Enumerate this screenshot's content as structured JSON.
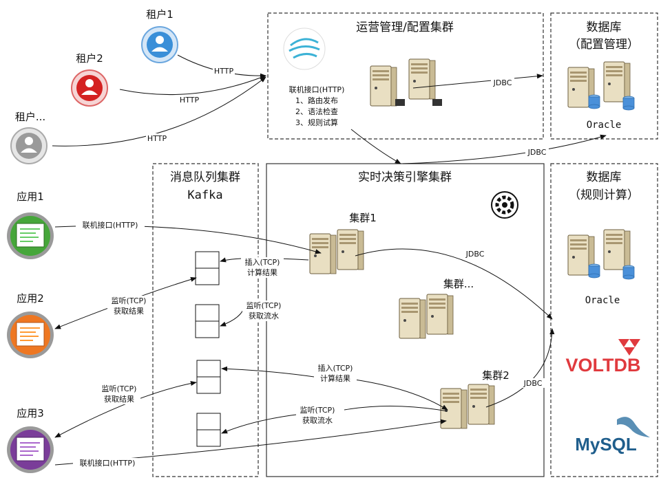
{
  "tenants": {
    "t1": "租户1",
    "t2": "租户2",
    "t3": "租户..."
  },
  "apps": {
    "a1": "应用1",
    "a2": "应用2",
    "a3": "应用3"
  },
  "ops_cluster": {
    "title": "运营管理/配置集群",
    "api_lines": [
      "联机接口(HTTP)",
      "1、路由发布",
      "2、语法检查",
      "3、规则试算"
    ]
  },
  "db_config": {
    "title_line1": "数据库",
    "title_line2": "（配置管理）",
    "oracle_label": "Oracle"
  },
  "kafka": {
    "title_line1": "消息队列集群",
    "title_line2": "Kafka"
  },
  "engine": {
    "title": "实时决策引擎集群",
    "cluster1": "集群1",
    "cluster_more": "集群...",
    "cluster2": "集群2"
  },
  "db_rules": {
    "title_line1": "数据库",
    "title_line2": "（规则计算）",
    "oracle_label": "Oracle",
    "voltdb_label": "VOLTDB",
    "mysql_label": "MySQL"
  },
  "edges": {
    "http": "HTTP",
    "jdbc": "JDBC",
    "app_api": "联机接口(HTTP)",
    "insert_tcp": "插入(TCP)",
    "calc_result": "计算结果",
    "listen_tcp": "监听(TCP)",
    "fetch_result": "获取结果",
    "fetch_stream": "获取流水"
  },
  "colors": {
    "tenant1": "#3a8fd8",
    "tenant2": "#d42222",
    "tenant3": "#9a9a9a",
    "app1": "#46a63a",
    "app2": "#ee7722",
    "app3": "#7a3d99",
    "server": "#e8dcb8",
    "db_cyl": "#4a90d9",
    "voltdb": "#e03a3e",
    "mysql_blue": "#1f5e8c"
  }
}
